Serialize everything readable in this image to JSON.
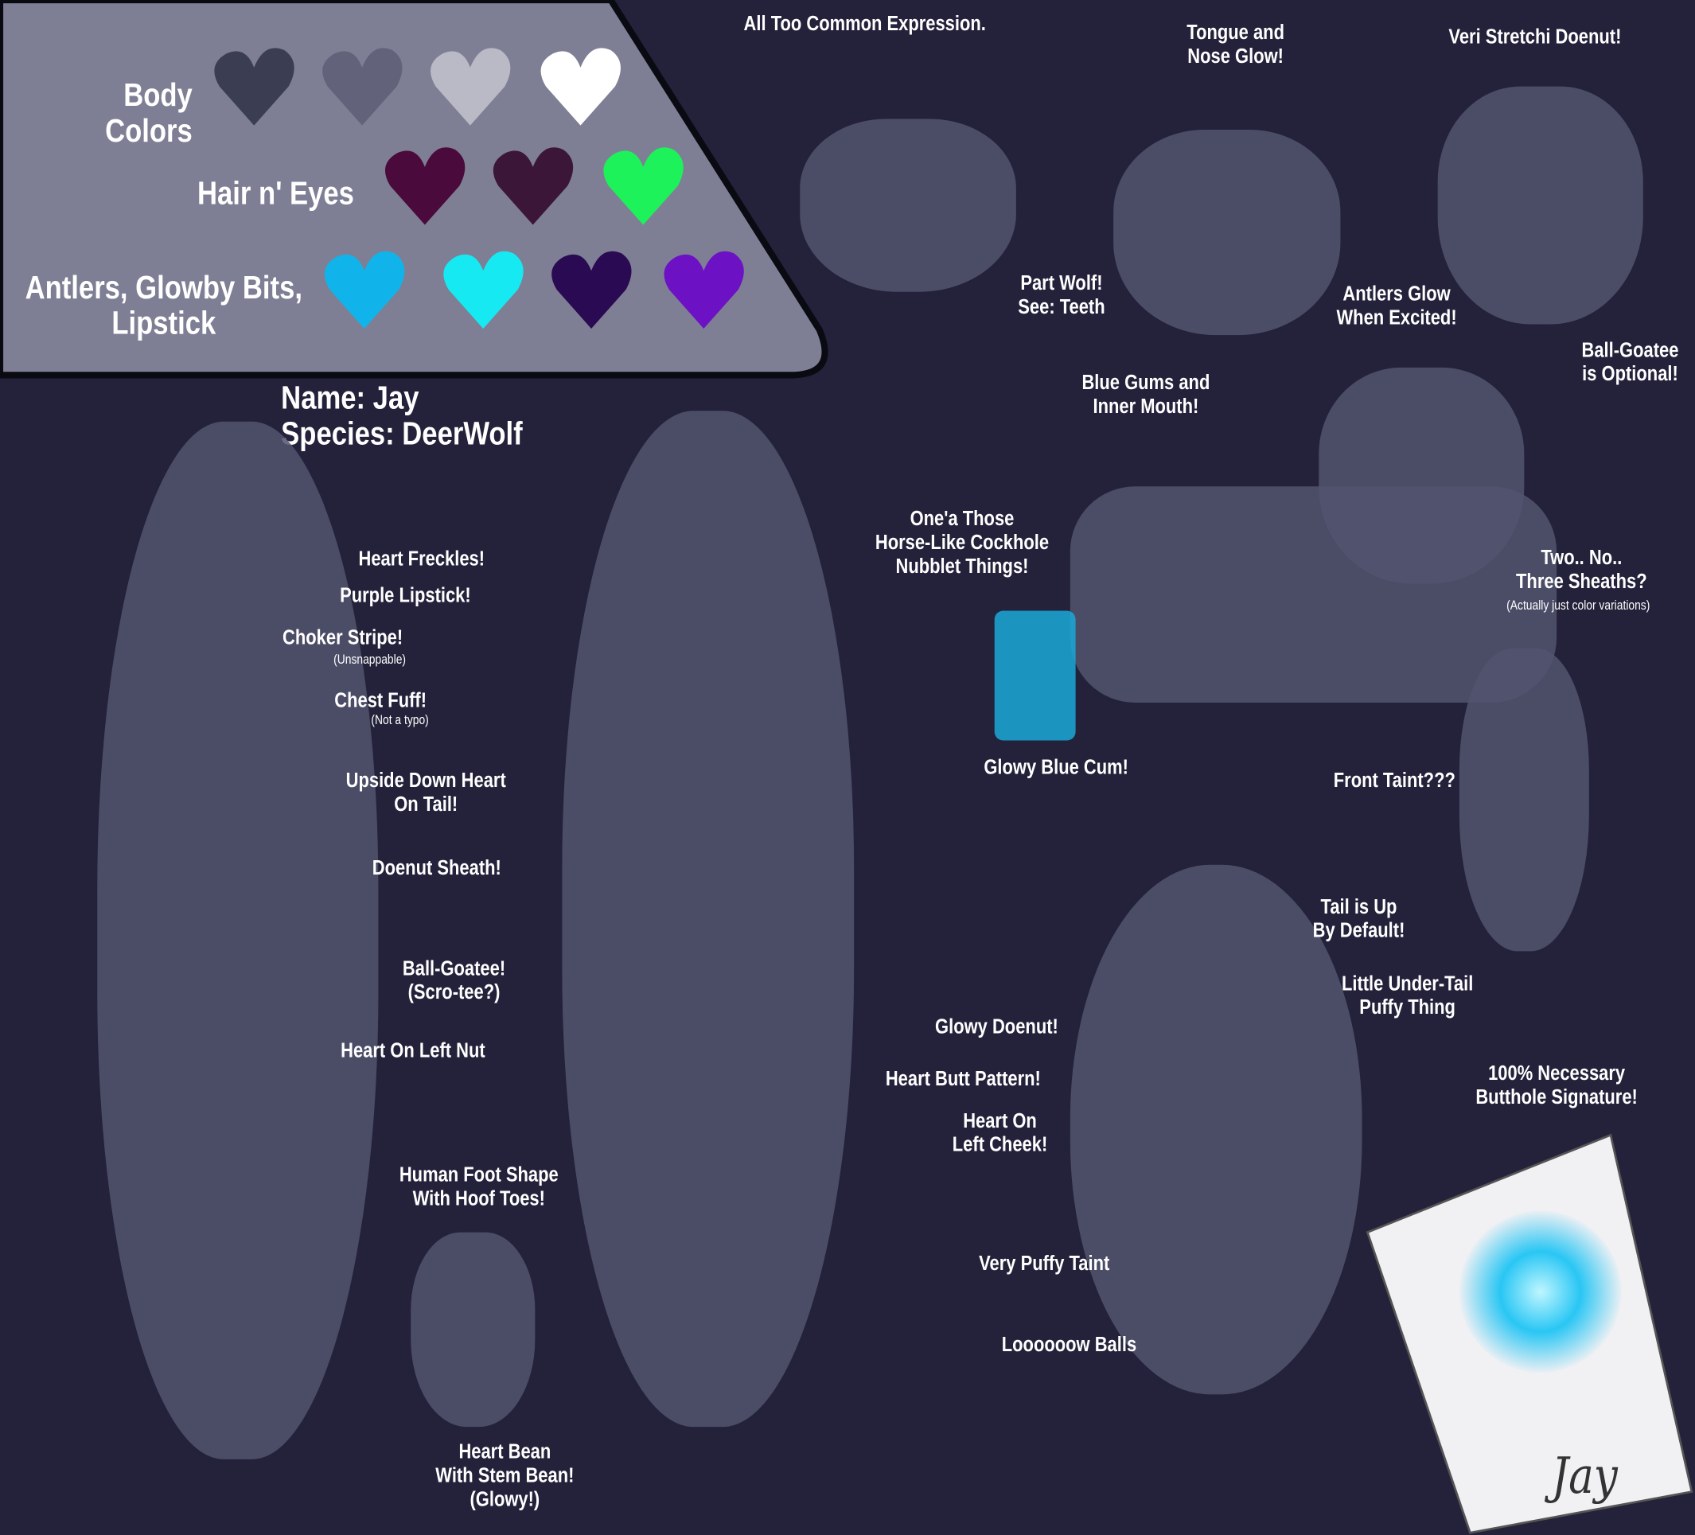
{
  "palette": {
    "rows": [
      {
        "label": "Body Colors",
        "colors": [
          "#3b3d52",
          "#62637a",
          "#b9bac5",
          "#ffffff"
        ]
      },
      {
        "label": "Hair n' Eyes",
        "colors": [
          "#4a0a3c",
          "#3c1638",
          "#1df25a"
        ]
      },
      {
        "label": "Antlers, Glowby Bits,\nLipstick",
        "colors": [
          "#10b4ea",
          "#16e9f2",
          "#2a0a52",
          "#6c12c4"
        ]
      }
    ],
    "panel_color": "#7e7f94"
  },
  "header": {
    "name": "Name: Jay",
    "species": "Species: DeerWolf"
  },
  "labels": {
    "expression": "All Too Common Expression.",
    "tongue": "Tongue and\nNose Glow!",
    "stretchi": "Veri Stretchi Doenut!",
    "partwolf": "Part Wolf!\nSee: Teeth",
    "antlersglow": "Antlers Glow\nWhen Excited!",
    "goatee_opt": "Ball-Goatee\nis Optional!",
    "gums": "Blue Gums and\nInner Mouth!",
    "nubblet": "One'a Those\nHorse-Like Cockhole\nNubblet Things!",
    "sheaths": "Two.. No..\nThree Sheaths?",
    "sheaths_sub": "(Actually just color variations)",
    "cum": "Glowy Blue Cum!",
    "fronttaint": "Front Taint???",
    "freckles": "Heart Freckles!",
    "lipstick": "Purple Lipstick!",
    "choker": "Choker Stripe!",
    "choker_sub": "(Unsnappable)",
    "fuff": "Chest Fuff!",
    "fuff_sub": "(Not a typo)",
    "tailheart": "Upside Down Heart\nOn Tail!",
    "sheath": "Doenut Sheath!",
    "goatee": "Ball-Goatee!\n(Scro-tee?)",
    "leftnut": "Heart On Left Nut",
    "foot": "Human Foot Shape\nWith Hoof Toes!",
    "bean": "Heart Bean\nWith Stem Bean!\n(Glowy!)",
    "tailup": "Tail is Up\nBy Default!",
    "puffy": "Little Under-Tail\nPuffy Thing",
    "glowydoenut": "Glowy Doenut!",
    "buttpattern": "Heart Butt Pattern!",
    "leftcheek": "Heart On\nLeft Cheek!",
    "puffytaint": "Very Puffy Taint",
    "balls": "Loooooow Balls",
    "signature_note": "100% Necessary\nButthole Signature!",
    "signature": "Jay"
  }
}
